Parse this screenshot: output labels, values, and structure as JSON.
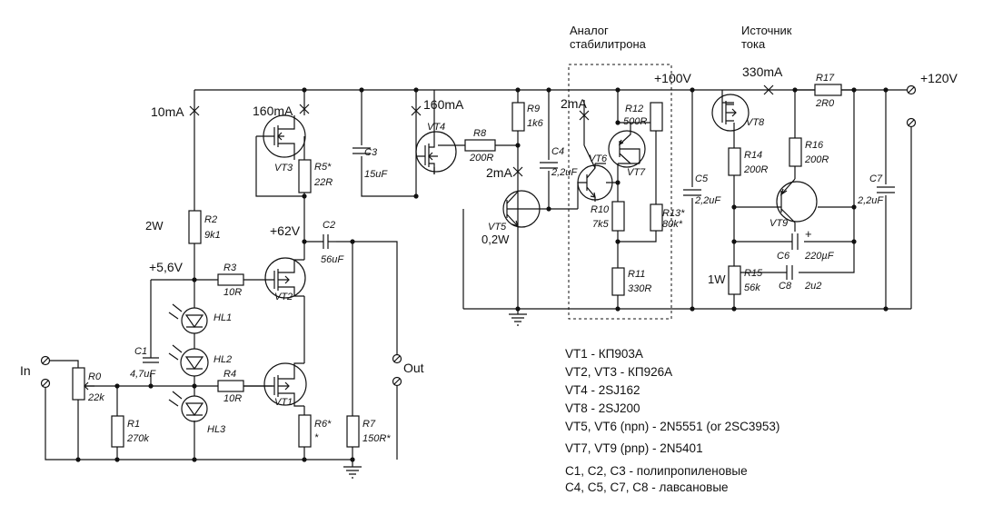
{
  "annotations": {
    "i_10mA": "10mA",
    "i_160mA_a": "160mA",
    "i_160mA_b": "160mA",
    "i_2mA_a": "2mA",
    "i_2mA_b": "2mA",
    "i_330mA": "330mA",
    "v_plus100": "+100V",
    "v_plus120": "+120V",
    "v_plus62": "+62V",
    "v_plus56": "+5,6V",
    "p_2w": "2W",
    "p_02w": "0,2W",
    "p_1w": "1W",
    "in_label": "In",
    "out_label": "Out",
    "zener_title_1": "Аналог",
    "zener_title_2": "стабилитрона",
    "source_title_1": "Источник",
    "source_title_2": "тока"
  },
  "components": {
    "R0": {
      "ref": "R0",
      "value": "22k"
    },
    "R1": {
      "ref": "R1",
      "value": "270k"
    },
    "R2": {
      "ref": "R2",
      "value": "9k1"
    },
    "R3": {
      "ref": "R3",
      "value": "10R"
    },
    "R4": {
      "ref": "R4",
      "value": "10R"
    },
    "R5": {
      "ref": "R5*",
      "value": "22R"
    },
    "R6": {
      "ref": "R6*",
      "value": "*"
    },
    "R7": {
      "ref": "R7",
      "value": "150R*"
    },
    "R8": {
      "ref": "R8",
      "value": "200R"
    },
    "R9": {
      "ref": "R9",
      "value": "1k6"
    },
    "R10": {
      "ref": "R10",
      "value": "7k5"
    },
    "R11": {
      "ref": "R11",
      "value": "330R"
    },
    "R12": {
      "ref": "R12",
      "value": "500R"
    },
    "R13": {
      "ref": "R13*",
      "value": "80k*"
    },
    "R14": {
      "ref": "R14",
      "value": "200R"
    },
    "R15": {
      "ref": "R15",
      "value": "56k"
    },
    "R16": {
      "ref": "R16",
      "value": "200R"
    },
    "R17": {
      "ref": "R17",
      "value": "2R0"
    },
    "C1": {
      "ref": "C1",
      "value": "4,7uF"
    },
    "C2": {
      "ref": "C2",
      "value": "56uF"
    },
    "C3": {
      "ref": "C3",
      "value": "15uF"
    },
    "C4": {
      "ref": "C4",
      "value": "2,2uF"
    },
    "C5": {
      "ref": "C5",
      "value": "2,2uF"
    },
    "C6": {
      "ref": "C6",
      "value": "220µF"
    },
    "C7": {
      "ref": "C7",
      "value": "2,2uF"
    },
    "C8": {
      "ref": "C8",
      "value": "2u2"
    },
    "C6_polarity": "+",
    "HL1": "HL1",
    "HL2": "HL2",
    "HL3": "HL3",
    "VT1": "VT1",
    "VT2": "VT2",
    "VT3": "VT3",
    "VT4": "VT4",
    "VT5": "VT5",
    "VT6": "VT6",
    "VT7": "VT7",
    "VT8": "VT8",
    "VT9": "VT9"
  },
  "bom": [
    "VT1 - КП903А",
    "VT2, VT3 - КП926А",
    "VT4 - 2SJ162",
    "VT8 - 2SJ200",
    "VT5, VT6 (npn) - 2N5551 (or 2SC3953)",
    "VT7, VT9 (pnp) - 2N5401",
    "C1, C2, C3 - полипропиленовые",
    "C4, C5, C7, C8 - лавсановые"
  ]
}
